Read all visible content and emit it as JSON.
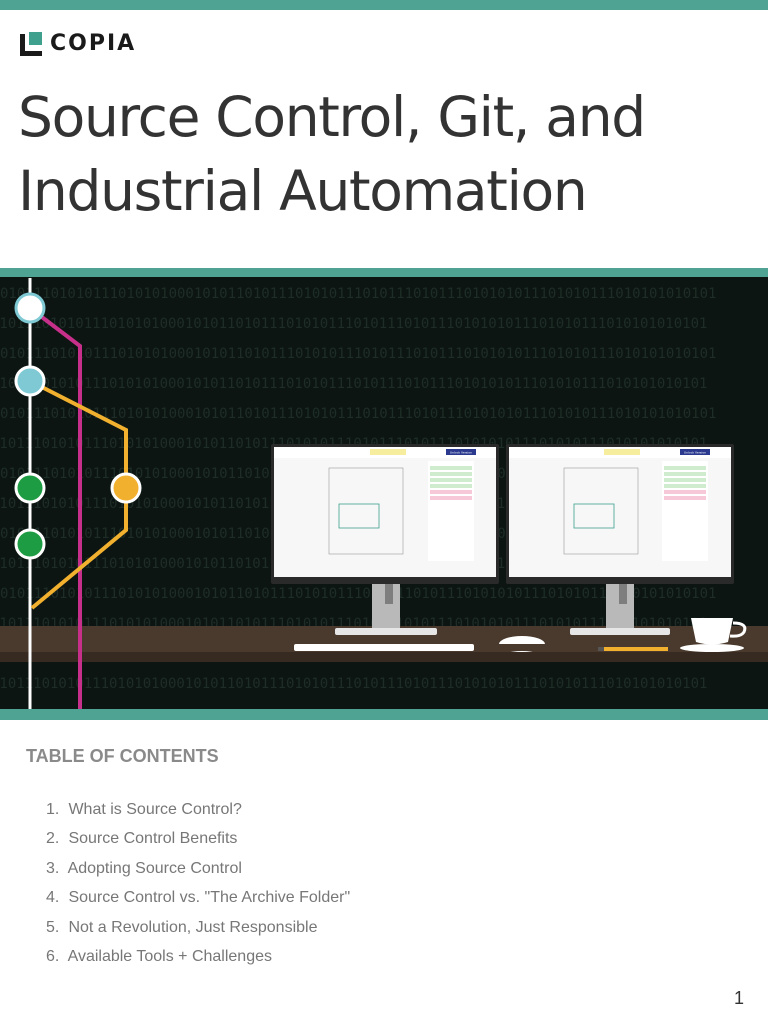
{
  "brand": {
    "name": "COPIA",
    "mark_color": "#3fa08e"
  },
  "title_lines": [
    "Source Control, Git, and",
    "Industrial Automation"
  ],
  "hero": {
    "binary_text": "0101110101011101010100010101101011101010111010111010111010101011101010111010101010101",
    "monitor_buttons": [
      "Unlock Version"
    ],
    "colors": {
      "accent": "#4fa393",
      "background": "#0c1512",
      "magenta": "#c6308a",
      "orange": "#f2b02f",
      "green": "#1e9c43",
      "cyan": "#7ec9d3"
    }
  },
  "toc": {
    "heading": "TABLE OF CONTENTS",
    "items": [
      {
        "num": "1.",
        "text": "What is Source Control?"
      },
      {
        "num": "2.",
        "text": "Source Control Benefits"
      },
      {
        "num": "3.",
        "text": "Adopting Source Control"
      },
      {
        "num": "4.",
        "text": "Source Control vs. \"The Archive Folder\""
      },
      {
        "num": "5.",
        "text": "Not a Revolution, Just Responsible"
      },
      {
        "num": "6.",
        "text": "Available Tools + Challenges"
      }
    ]
  },
  "page_number": "1"
}
